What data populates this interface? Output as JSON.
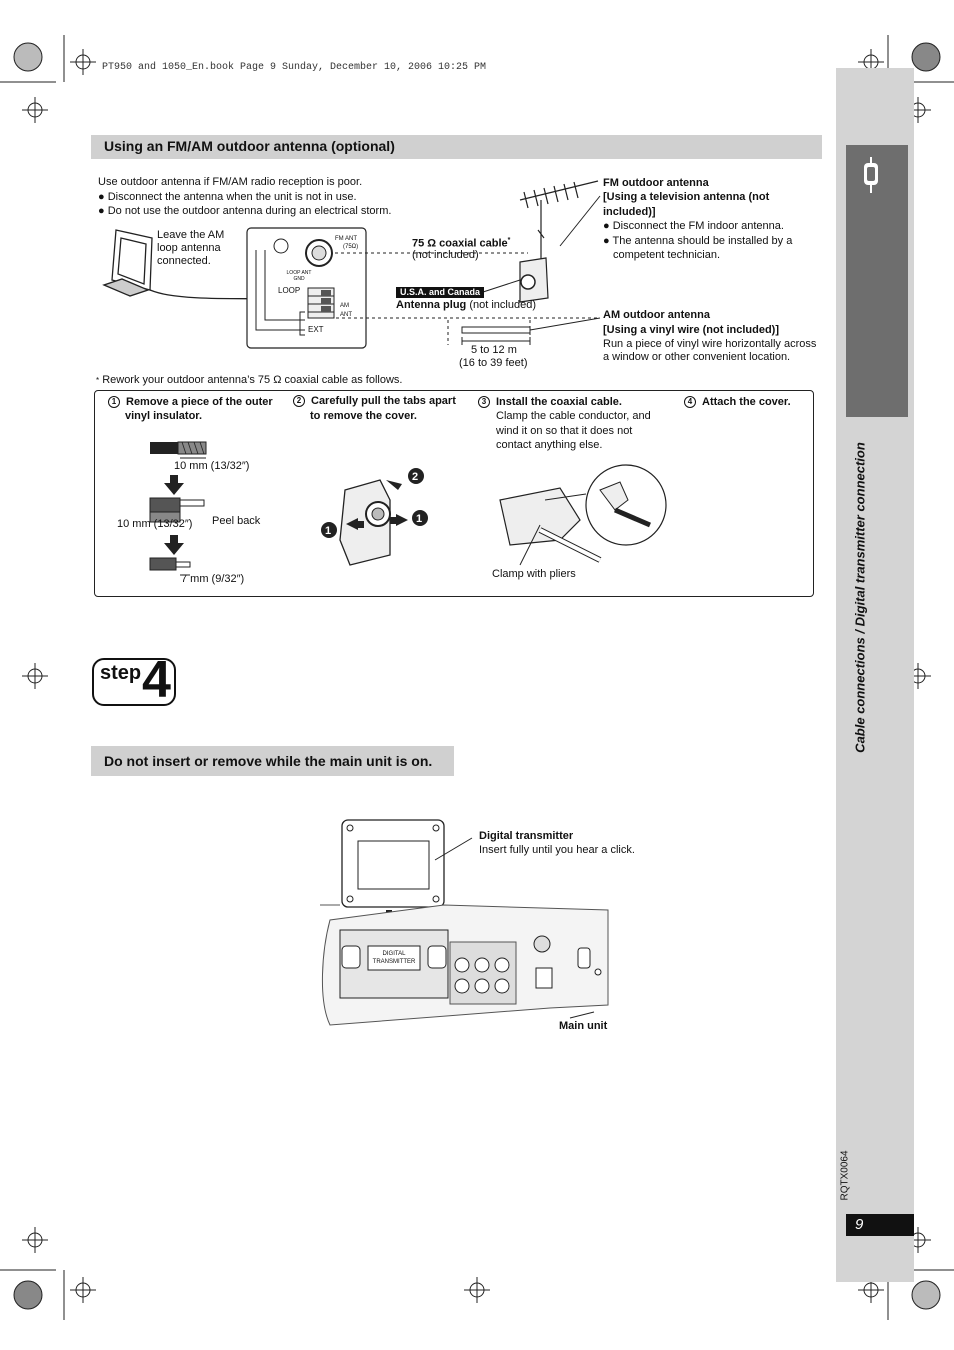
{
  "print_header": "PT950 and 1050_En.book  Page 9  Sunday, December 10, 2006  10:25 PM",
  "side_title": "Cable connections / Digital transmitter connection",
  "doc_code": "RQTX0064",
  "page_number": "9",
  "antenna_section": {
    "title": "Using an FM/AM outdoor antenna (optional)",
    "intro": "Use outdoor antenna if FM/AM radio reception is poor.",
    "bullets": [
      "Disconnect the antenna when the unit is not in use.",
      "Do not use the outdoor antenna during an electrical storm."
    ],
    "am_loop_note": [
      "Leave the AM",
      "loop antenna",
      "connected."
    ],
    "terminal_labels": {
      "fm_ant": "FM ANT",
      "ohm": "(75Ω)",
      "loop_ant_gnd": "LOOP ANT GND",
      "loop": "LOOP",
      "am_ant": "AM ANT",
      "ext": "EXT"
    },
    "coax_label": "75 Ω coaxial cable",
    "coax_mark": "*",
    "coax_sub": "(not included)",
    "region_tag": "U.S.A. and Canada",
    "antenna_plug": "Antenna plug",
    "antenna_plug_sub": "(not included)",
    "distance": "5 to 12 m",
    "distance_ft": "(16 to 39 feet)",
    "fm_outdoor": {
      "title": "FM outdoor antenna",
      "subtitle_lines": [
        "[Using a television antenna (not",
        "included)]"
      ],
      "bullets": [
        "Disconnect the FM indoor antenna.",
        "The antenna should be installed by a",
        "competent technician."
      ]
    },
    "am_outdoor": {
      "title": "AM outdoor antenna",
      "subtitle": "[Using a vinyl wire (not included)]",
      "text_lines": [
        "Run a piece of vinyl wire horizontally across",
        "a window or other convenient location."
      ]
    },
    "footnote_mark": "*",
    "footnote": "Rework your outdoor antenna’s 75 Ω coaxial cable as follows."
  },
  "steps": [
    {
      "num": "1",
      "title_lines": [
        "Remove a piece of the outer",
        "vinyl insulator."
      ]
    },
    {
      "num": "2",
      "title_lines": [
        "Carefully pull the tabs apart",
        "to remove the cover."
      ]
    },
    {
      "num": "3",
      "title": "Install the coaxial cable.",
      "text_lines": [
        "Clamp the cable conductor, and",
        "wind it on so that it does not",
        "contact anything else."
      ]
    },
    {
      "num": "4",
      "title": "Attach the cover."
    }
  ],
  "step1_labels": {
    "a": "10 mm (13/32″)",
    "b": "10 mm (13/32″)",
    "peel": "Peel back",
    "c": "7 mm (9/32″)"
  },
  "step2_badges": [
    "1",
    "2",
    "1"
  ],
  "step3_label": "Clamp with pliers",
  "step4": {
    "badge_word": "step",
    "badge_num": "4",
    "section_title": "Do not insert or remove while the main unit is on.",
    "transmitter_title": "Digital transmitter",
    "transmitter_text": "Insert fully until you hear a click.",
    "slot_label_1": "DIGITAL",
    "slot_label_2": "TRANSMITTER",
    "main_unit": "Main unit"
  }
}
